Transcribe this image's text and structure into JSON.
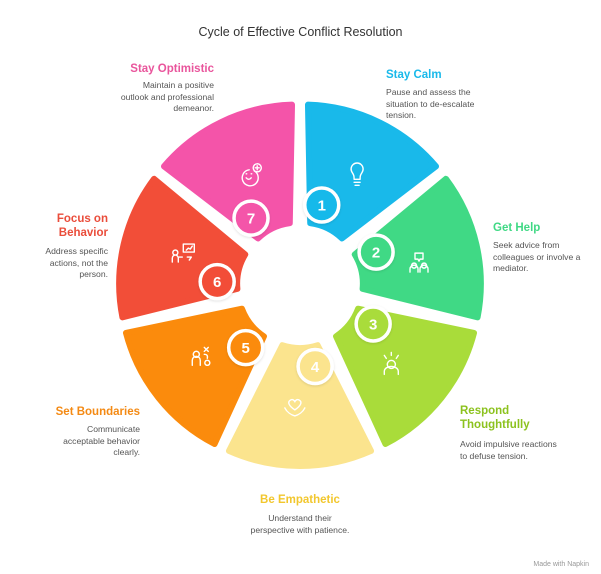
{
  "title": "Cycle of Effective Conflict Resolution",
  "steps": [
    {
      "number": "1",
      "title": "Stay Calm",
      "description": "Pause and assess the situation to de-escalate tension.",
      "color": "#19b9ea",
      "title_color": "#19b9ea",
      "icon": "lightbulb-icon"
    },
    {
      "number": "2",
      "title": "Get Help",
      "description": "Seek advice from colleagues or involve a mediator.",
      "color": "#40d985",
      "title_color": "#40d985",
      "icon": "people-question-icon"
    },
    {
      "number": "3",
      "title": "Respond Thoughtfully",
      "description": "Avoid impulsive reactions to defuse tension.",
      "color": "#a9dc3a",
      "title_color": "#8cc21e",
      "icon": "stressed-person-icon"
    },
    {
      "number": "4",
      "title": "Be Empathetic",
      "description": "Understand their perspective with patience.",
      "color": "#fbe48e",
      "title_color": "#f2c72e",
      "icon": "heart-hands-icon"
    },
    {
      "number": "5",
      "title": "Set Boundaries",
      "description": "Communicate acceptable behavior clearly.",
      "color": "#fb8b0c",
      "title_color": "#f48a14",
      "icon": "person-strategy-icon"
    },
    {
      "number": "6",
      "title": "Focus on Behavior",
      "description": "Address specific actions, not the person.",
      "color": "#f24e38",
      "title_color": "#ea4d3b",
      "icon": "presentation-icon"
    },
    {
      "number": "7",
      "title": "Stay Optimistic",
      "description": "Maintain a positive outlook and professional demeanor.",
      "color": "#f454a9",
      "title_color": "#e9559c",
      "icon": "smile-plus-icon"
    }
  ],
  "footer": "Made with  Napkin"
}
